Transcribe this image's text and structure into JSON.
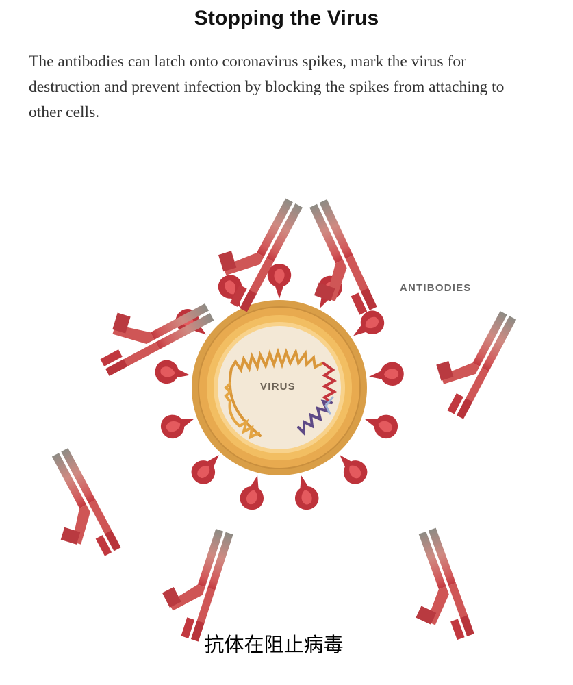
{
  "header": {
    "title": "Stopping the Virus",
    "subtitle": "The antibodies can latch onto coronavirus spikes, mark the virus for destruction and prevent infection by blocking the spikes from attaching to other cells."
  },
  "diagram": {
    "labels": {
      "antibodies": "ANTIBODIES",
      "virus": "VIRUS"
    },
    "colors": {
      "spike": "#c0363e",
      "spike_inner": "#e35a5f",
      "envelope_outer": "#dba24c",
      "envelope_mid": "#f0bb5e",
      "core": "#f3e9d8",
      "antibody_stem": "#8c8c86",
      "antibody_arm": "#cc5455",
      "antibody_tip": "#b8343b",
      "rna_gold": "#d9973a",
      "rna_red": "#c5363d",
      "rna_purple": "#5e4a86"
    }
  },
  "caption": "抗体在阻止病毒"
}
